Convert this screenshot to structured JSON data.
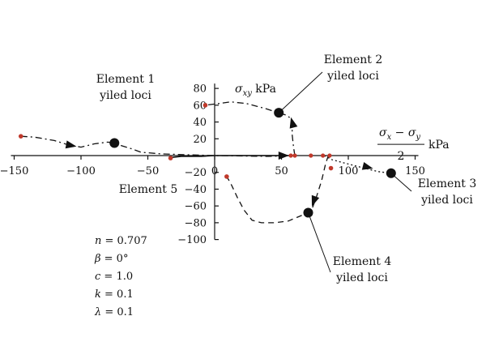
{
  "chart_data": {
    "type": "line",
    "xlabel": "(σx − σy)/2 kPa",
    "ylabel": "σxy kPa",
    "xlim": [
      -150,
      150
    ],
    "ylim": [
      -100,
      80
    ],
    "x_ticks": [
      -150,
      -100,
      -50,
      0,
      50,
      100,
      150
    ],
    "y_ticks": [
      -100,
      -80,
      -60,
      -40,
      -20,
      20,
      40,
      60,
      80
    ],
    "colors": {
      "curve": "#111111",
      "marker": "#c0392b"
    },
    "series": [
      {
        "label": "Element 1 yiled loci",
        "style": "dashdot",
        "points": [
          [
            -145,
            23
          ],
          [
            -135,
            22
          ],
          [
            -120,
            18
          ],
          [
            -110,
            13
          ],
          [
            -100,
            10
          ],
          [
            -90,
            14
          ],
          [
            -80,
            16
          ],
          [
            -75,
            15
          ],
          [
            -70,
            12
          ],
          [
            -62,
            8
          ],
          [
            -55,
            4
          ],
          [
            -40,
            2
          ],
          [
            -20,
            1
          ],
          [
            0,
            0
          ],
          [
            40,
            -1
          ],
          [
            60,
            0
          ]
        ],
        "start": [
          -145,
          23
        ],
        "end_point": [
          -75,
          15
        ],
        "arrow_at": [
          -107,
          12
        ]
      },
      {
        "label": "Element 2 yiled loci",
        "style": "dashdot",
        "points": [
          [
            60,
            0
          ],
          [
            59,
            10
          ],
          [
            58,
            25
          ],
          [
            58,
            38
          ],
          [
            57,
            44
          ],
          [
            54,
            48
          ],
          [
            48,
            51
          ],
          [
            38,
            56
          ],
          [
            24,
            62
          ],
          [
            12,
            64
          ],
          [
            3,
            62
          ],
          [
            -7,
            60
          ]
        ],
        "start": [
          -7,
          60
        ],
        "end_point": [
          48,
          51
        ],
        "arrow_at": [
          58,
          40
        ]
      },
      {
        "label": "Element 3 yiled loci",
        "style": "dotted",
        "points": [
          [
            82,
            0
          ],
          [
            88,
            -5
          ],
          [
            100,
            -10
          ],
          [
            112,
            -15
          ],
          [
            122,
            -19
          ],
          [
            132,
            -21
          ]
        ],
        "start": [
          87,
          -15
        ],
        "end_point": [
          132,
          -21
        ],
        "arrow_at": [
          115,
          -14
        ]
      },
      {
        "label": "Element 4 yiled loci",
        "style": "dashed",
        "points": [
          [
            85,
            0
          ],
          [
            83,
            -10
          ],
          [
            80,
            -30
          ],
          [
            76,
            -50
          ],
          [
            73,
            -63
          ],
          [
            70,
            -68
          ],
          [
            64,
            -72
          ],
          [
            55,
            -78
          ],
          [
            45,
            -80
          ],
          [
            35,
            -80
          ],
          [
            28,
            -77
          ],
          [
            22,
            -65
          ],
          [
            17,
            -50
          ],
          [
            12,
            -33
          ],
          [
            9,
            -25
          ]
        ],
        "start": [
          9,
          -25
        ],
        "end_point": [
          70,
          -68
        ],
        "arrow_at": [
          74,
          -55
        ]
      },
      {
        "label": "Element 5",
        "style": "solid",
        "points": [
          [
            -33,
            -3
          ],
          [
            -31,
            -2
          ],
          [
            -25,
            -1
          ],
          [
            -10,
            -1
          ],
          [
            0,
            0
          ],
          [
            20,
            0
          ],
          [
            40,
            0
          ],
          [
            58,
            0
          ]
        ],
        "start": [
          -33,
          -3
        ],
        "arrow_at": [
          52,
          0
        ]
      }
    ],
    "origin_markers": [
      [
        57,
        0
      ],
      [
        60,
        0
      ],
      [
        72,
        0
      ],
      [
        81,
        0
      ],
      [
        86,
        0
      ]
    ],
    "annotations": [
      {
        "lines": [
          "Element 1",
          "yiled loci"
        ],
        "at": [
          -75,
          15
        ]
      },
      {
        "lines": [
          "Element 2",
          "yiled loci"
        ],
        "at": [
          48,
          51
        ]
      },
      {
        "lines": [
          "Element 3",
          "yiled loci"
        ],
        "at": [
          132,
          -21
        ]
      },
      {
        "lines": [
          "Element 4",
          "yiled loci"
        ],
        "at": [
          70,
          -68
        ]
      },
      {
        "lines": [
          "Element 5"
        ],
        "at": [
          -33,
          -3
        ]
      }
    ],
    "parameters": [
      {
        "symbol": "n",
        "value": "0.707"
      },
      {
        "symbol": "β",
        "value": "0°"
      },
      {
        "symbol": "c",
        "value": "1.0"
      },
      {
        "symbol": "k",
        "value": "0.1"
      },
      {
        "symbol": "λ",
        "value": "0.1"
      }
    ]
  }
}
